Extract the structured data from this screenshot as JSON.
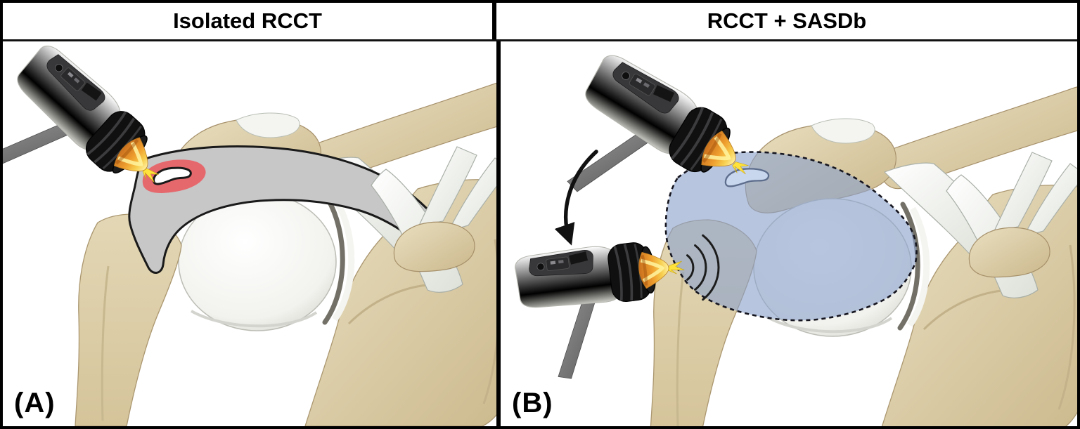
{
  "figure": {
    "panels": [
      {
        "title": "Isolated RCCT",
        "corner_label": "(A)"
      },
      {
        "title": "RCCT + SASDb",
        "corner_label": "(B)"
      }
    ],
    "colors": {
      "zone_a_fill": "#c7c7c7",
      "zone_a_outline": "#1a1a1a",
      "calcific_ring": "#e5686d",
      "deposit_core": "#ffffff",
      "zone_b_fill": "rgba(138,161,203,0.62)",
      "zone_b_outline": "#15151f",
      "deposit_b_fill": "#c9d7ee"
    }
  }
}
